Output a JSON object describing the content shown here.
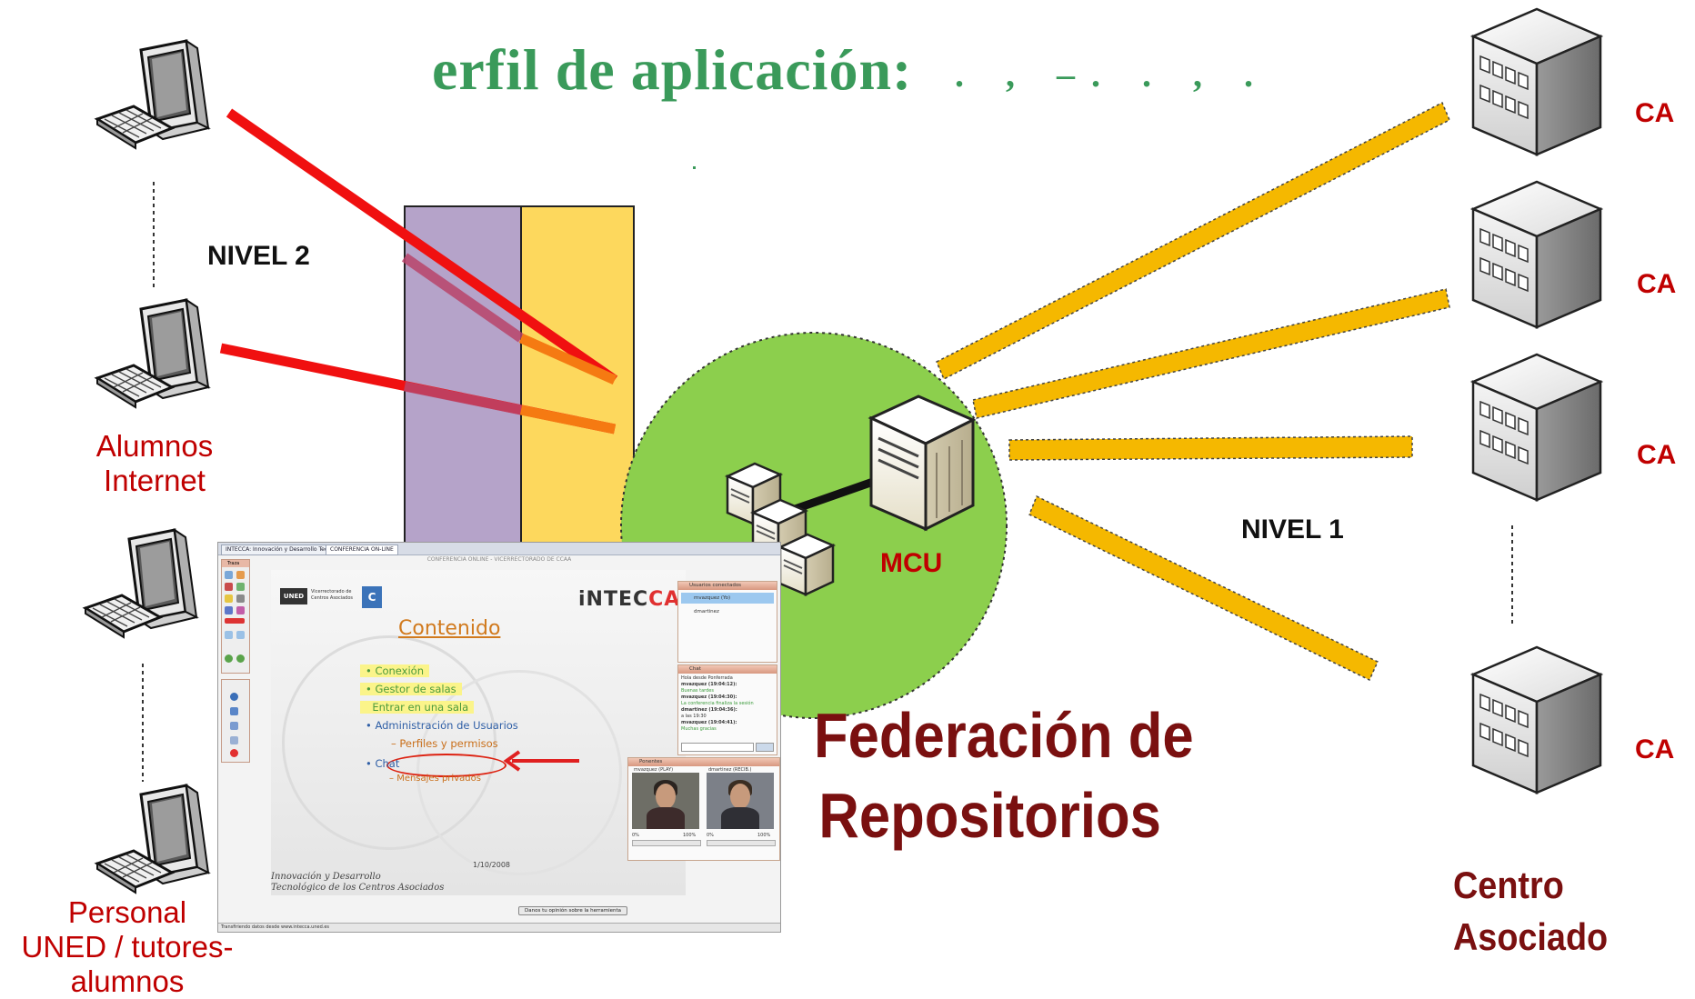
{
  "title": {
    "main": "erfil  de  aplicación:",
    "trailing": ". ,  –.      .  ,  ."
  },
  "labels": {
    "nivel2": "NIVEL 2",
    "nivel1": "NIVEL 1",
    "mcu": "MCU",
    "alumnos": [
      "Alumnos",
      "Internet"
    ],
    "personal": [
      "Personal",
      "UNED / tutores-",
      "alumnos"
    ],
    "federacion": [
      "Federación de",
      "Repositorios"
    ],
    "centro": [
      "Centro",
      "Asociado"
    ],
    "ca": [
      "CA",
      "CA",
      "CA",
      "CA"
    ]
  },
  "colors": {
    "title_green": "#3a9a5a",
    "red_line": "#f01010",
    "orange_line": "#f5b800",
    "circle_green": "#8ccf4d",
    "label_red": "#c00000",
    "federacion": "#7a1010",
    "band_purple": "#b5a3c9",
    "band_yellow": "#fdd85d"
  },
  "icons": {
    "computer": "desktop-computer-icon",
    "building": "office-building-icon",
    "server": "server-tower-icon"
  },
  "screenshot": {
    "tabs": [
      "INTECCA: Innovación y Desarrollo Tec...",
      "CONFERENCIA ON-LINE"
    ],
    "conference_bar": "CONFERENCIA ONLINE - VICERRECTORADO DE CCAA",
    "uned_logo": "UNED",
    "uned_sub": "Vicerrectorado de Centros Asociados",
    "brand_prefix": "iNTEC",
    "brand_suffix": "CA",
    "heading": "Contenido",
    "items": [
      "Conexión",
      "Gestor de salas",
      "Entrar en una sala",
      "Administración de Usuarios",
      "Perfiles y permisos",
      "Chat",
      "Mensajes privados"
    ],
    "footer_line1": "Innovación y Desarrollo",
    "footer_line2": "Tecnológico de los Centros Asociados",
    "date": "1/10/2008",
    "opinion_button": "Danos tu opinión sobre la herramienta",
    "status": "Transfiriendo datos desde www.intecca.uned.es",
    "tools_title": "Traza",
    "users_panel": {
      "title": "Usuarios conectados",
      "users": [
        "mvazquez (Yo)",
        "dmartinez"
      ]
    },
    "chat_panel": {
      "title": "Chat",
      "lines": [
        "Hola desde Ponferrada",
        "mvazquez (19:04:12):",
        "Buenas tardes",
        "mvazquez (19:04:30):",
        "La conferencia finaliza la sesión",
        "dmartinez (19:04:36):",
        "a las 19:30",
        "mvazquez (19:04:41):",
        "Muchas gracias"
      ]
    },
    "ponentes_panel": {
      "title": "Ponentes",
      "names": [
        "mvazquez (PLAY)",
        "dmartinez (RECIB.)"
      ],
      "levels": [
        "0%",
        "100%",
        "0%",
        "100%"
      ]
    }
  }
}
